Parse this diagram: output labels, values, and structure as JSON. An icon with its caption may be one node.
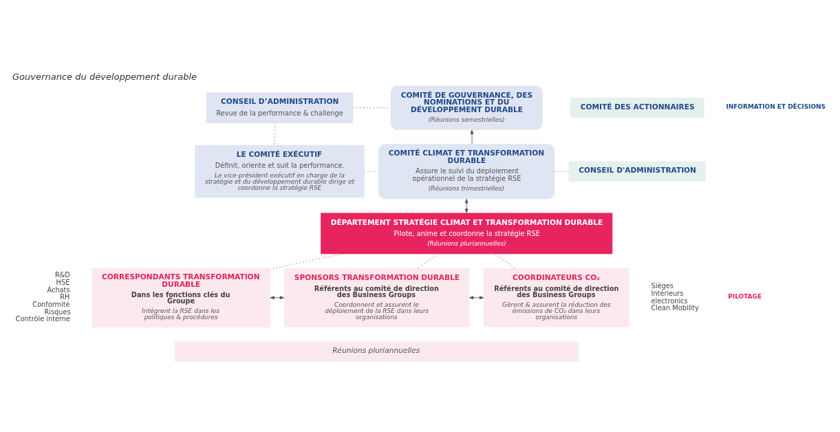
{
  "diagram": {
    "title": "Gouvernance du développement durable",
    "nodes": [
      {
        "text": [
          "CONSEIL D’ADMINISTRATION",
          "Revue de la performance & challenge"
        ]
      },
      {
        "text": [
          "COMITÉ DE GOUVERNANCE, DES NOMINATIONS ET DU DÉVELOPPEMENT DURABLE",
          "(Réunions semestrielles)"
        ]
      },
      {
        "text": [
          "COMITÉ DES ACTIONNAIRES"
        ]
      },
      {
        "text": [
          "LE COMITÉ EXÉCUTIF",
          "Définit, oriente et suit la performance.",
          "Le vice-président exécutif en charge de la stratégie et du développement durable dirige et coordonne la stratégie RSE"
        ]
      },
      {
        "text": [
          "COMITÉ CLIMAT ET TRANSFORMATION DURABLE",
          "Assure le suivi du déploiement opérationnel de la stratégie RSE",
          "(Réunions trimestrielles)"
        ]
      },
      {
        "text": [
          "CONSEIL D'ADMINISTRATION"
        ]
      },
      {
        "text": [
          "DÉPARTEMENT STRATÉGIE CLIMAT ET TRANSFORMATION DURABLE",
          "Pilote, anime et coordonne la stratégie RSE",
          "(Réunions pluriannuelles)"
        ]
      },
      {
        "text": [
          "CORRESPONDANTS TRANSFORMATION DURABLE",
          "Dans les fonctions clés du Groupe",
          "Intègrent la RSE dans les politiques & procédures"
        ]
      },
      {
        "text": [
          "SPONSORS TRANSFORMATION DURABLE",
          "Référents au comité de direction des Business Groups",
          "Coordonnent et assurent le déploiement de la RSE dans leurs organisations"
        ]
      },
      {
        "text": [
          "COORDINATEURS CO₂",
          "Référents au comité de direction des Business Groups",
          "Gèrent & assurent la réduction des émissions de CO₂ dans leurs organisations"
        ]
      },
      {
        "text": [
          "Réunions pluriannuelles"
        ]
      }
    ],
    "edges": [
      {
        "from": 0,
        "to": 1,
        "arrow": "none",
        "style": "dashed"
      },
      {
        "from": 0,
        "to": 3,
        "arrow": "none",
        "style": "dashed"
      },
      {
        "from": 3,
        "to": 4,
        "arrow": "none",
        "style": "dashed"
      },
      {
        "from": 4,
        "to": 5,
        "arrow": "none",
        "style": "dashed"
      },
      {
        "from": 4,
        "to": 1,
        "arrow": "to"
      },
      {
        "from": 4,
        "to": 6,
        "arrow": "both"
      },
      {
        "from": 6,
        "to": 7,
        "arrow": "none",
        "style": "dashed"
      },
      {
        "from": 6,
        "to": 8,
        "arrow": "none",
        "style": "dashed"
      },
      {
        "from": 6,
        "to": 9,
        "arrow": "none",
        "style": "dashed"
      },
      {
        "from": 7,
        "to": 8,
        "arrow": "both"
      },
      {
        "from": 8,
        "to": 9,
        "arrow": "both"
      }
    ],
    "labels": [
      "INFORMATION ET DÉCISIONS",
      "PILOTAGE",
      "R&D",
      "HSE",
      "Achats",
      "RH",
      "Conformité",
      "Risques",
      "Contrôle interne",
      "Sièges",
      "Intérieurs",
      "electronics",
      "Clean Mobility"
    ]
  }
}
